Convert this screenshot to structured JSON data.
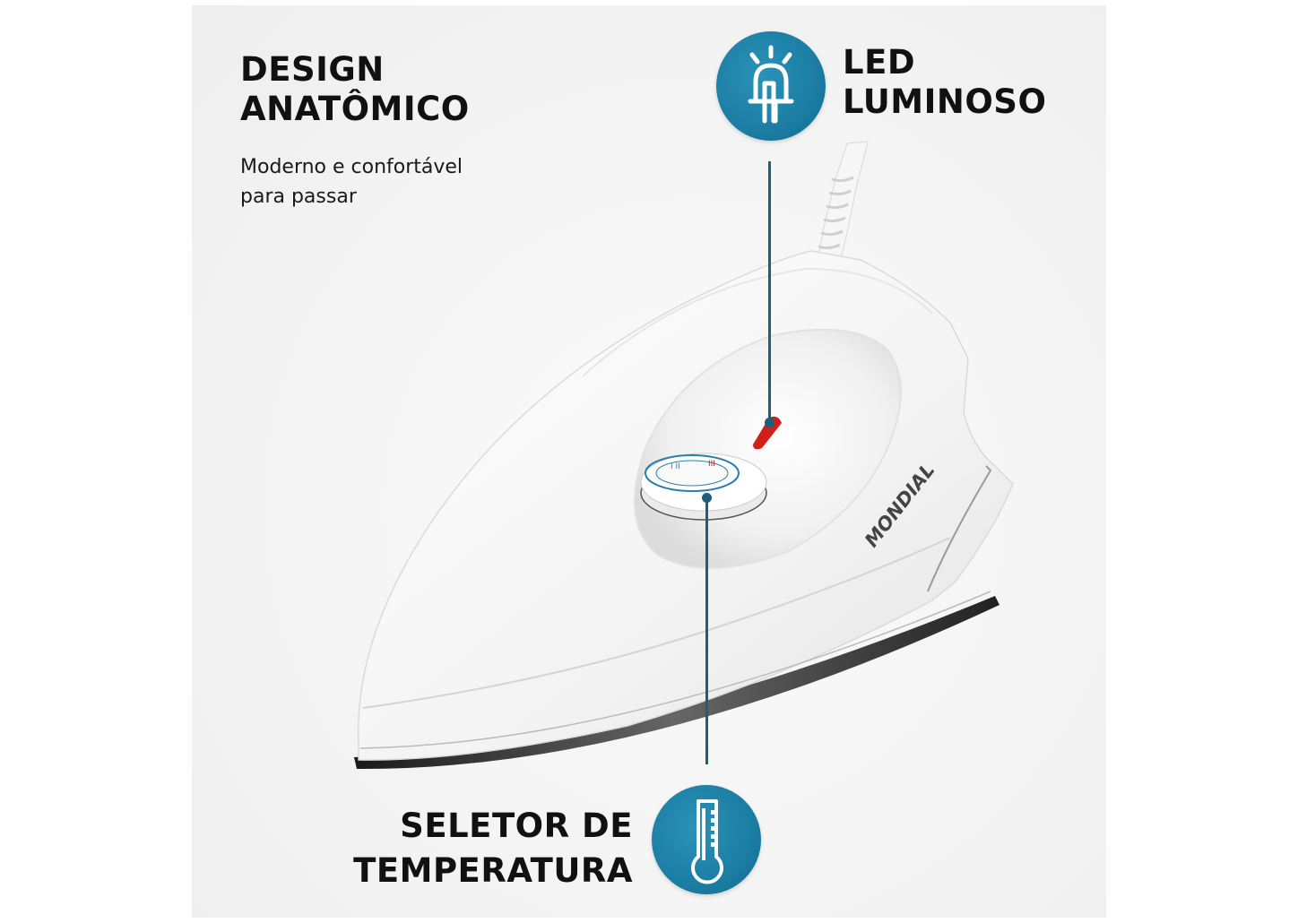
{
  "features": {
    "design": {
      "title_line1": "DESIGN",
      "title_line2": "ANATÔMICO",
      "subtitle_line1": "Moderno e confortável",
      "subtitle_line2": "para passar"
    },
    "led": {
      "title_line1": "LED",
      "title_line2": "LUMINOSO",
      "icon": "led-bulb-icon"
    },
    "temperature": {
      "title_line1": "SELETOR DE",
      "title_line2": "TEMPERATURA",
      "icon": "thermometer-icon"
    }
  },
  "product": {
    "brand": "MONDIAL",
    "type": "dry iron"
  },
  "colors": {
    "accent": "#1d7fa5",
    "callout_line": "#1f5d79",
    "led_red": "#d0201a",
    "text": "#111111"
  }
}
